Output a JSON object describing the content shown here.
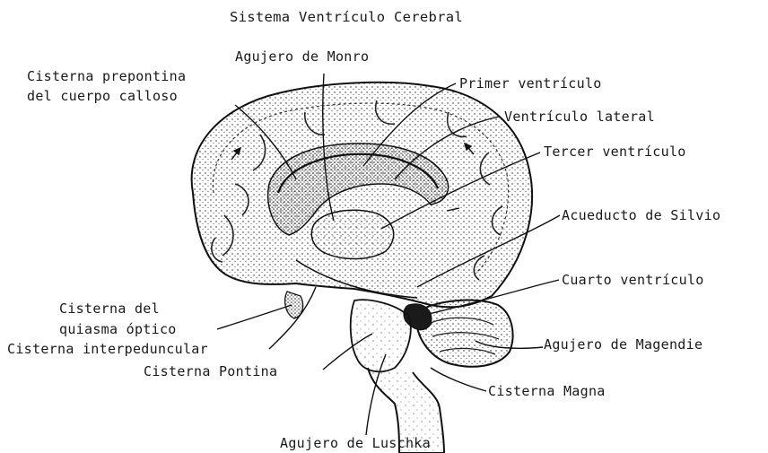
{
  "title": "Sistema Ventrículo Cerebral",
  "labels": {
    "agujero_monro": "Agujero de Monro",
    "cisterna_prepontina_1": "Cisterna prepontina",
    "cisterna_prepontina_2": "del cuerpo calloso",
    "primer_ventriculo": "Primer ventrículo",
    "ventriculo_lateral": "Ventrículo lateral",
    "tercer_ventriculo": "Tercer ventrículo",
    "acueducto_silvio": "Acueducto de Silvio",
    "cuarto_ventriculo": "Cuarto ventrículo",
    "cisterna_quiasma_1": "Cisterna del",
    "cisterna_quiasma_2": "quiasma óptico",
    "cisterna_interpeduncular": "Cisterna interpeduncular",
    "agujero_magendie": "Agujero de Magendie",
    "cisterna_pontina": "Cisterna Pontina",
    "cisterna_magna": "Cisterna Magna",
    "agujero_luschka": "Agujero de Luschka"
  },
  "colors": {
    "ink": "#1a1a1a",
    "paper": "#ffffff"
  }
}
